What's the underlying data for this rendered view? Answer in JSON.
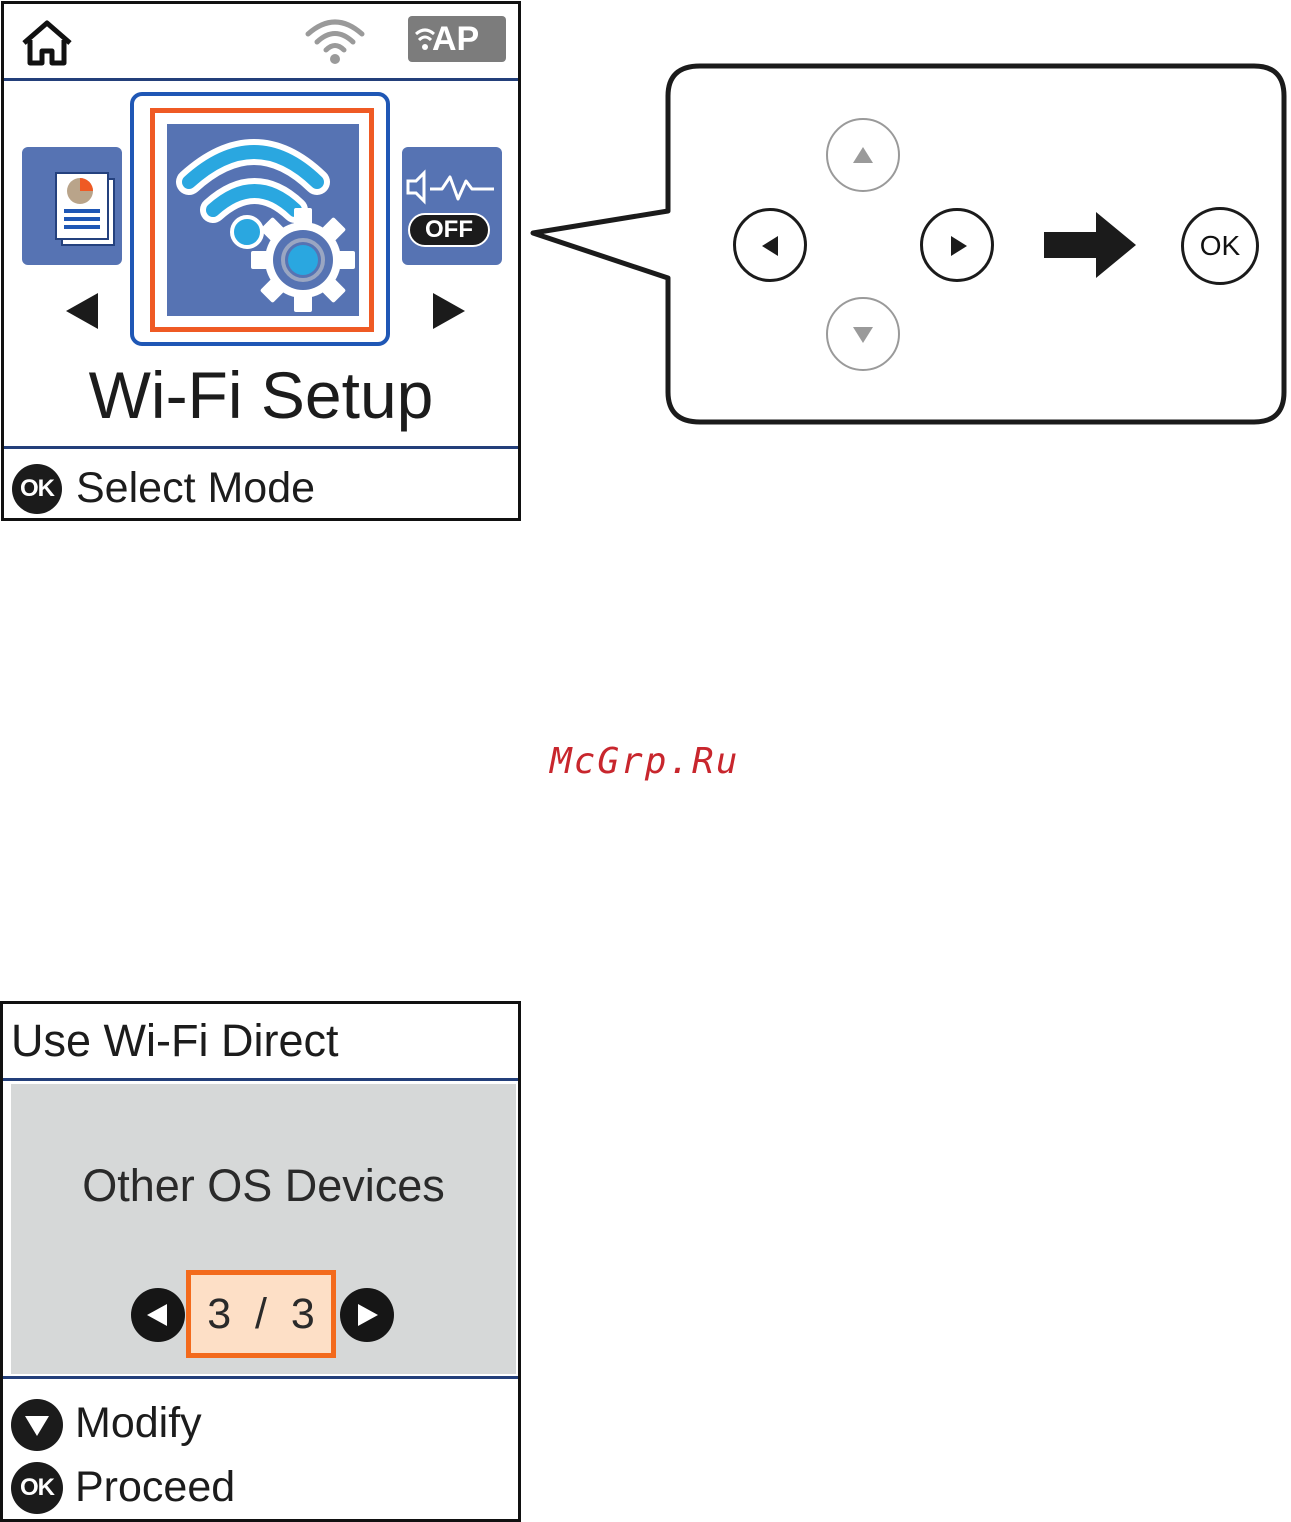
{
  "screen_wifi_setup": {
    "status_bar": {
      "home_icon": "home-icon",
      "wifi_icon": "wifi-signal-icon",
      "ap_label": "AP"
    },
    "menu": {
      "left_item_icon": "document-report-icon",
      "selected_item_icon": "wifi-settings-gear-icon",
      "right_item_icon": "sound-off-icon",
      "right_item_badge": "OFF",
      "title": "Wi-Fi Setup"
    },
    "hint": {
      "ok_icon_label": "OK",
      "text": "Select Mode"
    }
  },
  "control_panel_callout": {
    "buttons": {
      "up": "arrow-up-button",
      "down": "arrow-down-button",
      "left": "arrow-left-button",
      "right": "arrow-right-button",
      "ok_label": "OK"
    },
    "next_step_icon": "right-arrow-icon"
  },
  "watermark": "McGrp.Ru",
  "screen_wifi_direct": {
    "title": "Use Wi-Fi Direct",
    "option": "Other OS Devices",
    "page_indicator": "3  /  3",
    "hints": [
      {
        "icon": "down-triangle-icon",
        "text": "Modify"
      },
      {
        "icon_label": "OK",
        "text": "Proceed"
      }
    ]
  },
  "colors": {
    "tile_blue": "#5673b3",
    "divider_navy": "#233f7a",
    "selection_orange": "#ef5a24",
    "selection_blue": "#1f57b5",
    "wifi_cyan": "#2aa7e0",
    "page_box_fill": "#fddfc6",
    "watermark_red": "#c8262d"
  }
}
